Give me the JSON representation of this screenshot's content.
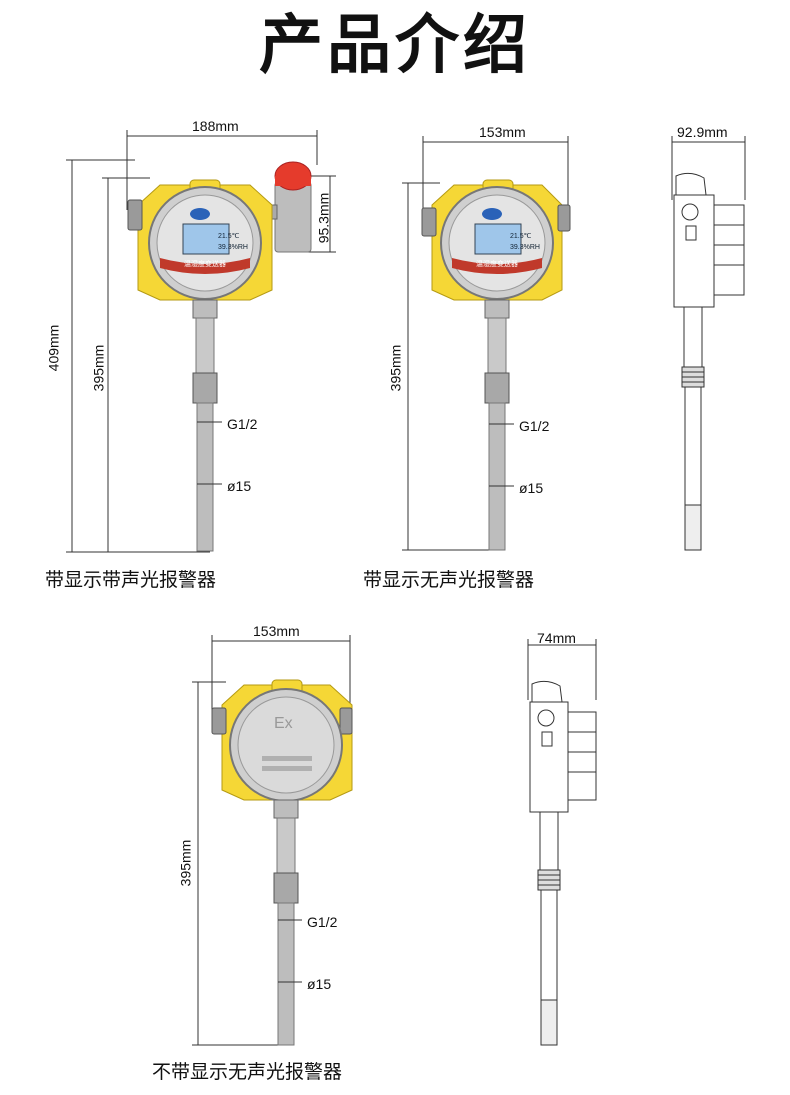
{
  "title": "产品介绍",
  "products": [
    {
      "caption": "带显示带声光报警器",
      "width_label": "188mm",
      "total_height_label": "409mm",
      "height_label": "395mm",
      "alarm_height_label": "95.3mm",
      "thread_label": "G1/2",
      "diameter_label": "ø15",
      "screen_line1": "21.5℃",
      "screen_line2": "39.3%RH",
      "band_label": "温湿度变送器"
    },
    {
      "caption": "带显示无声光报警器",
      "width_label": "153mm",
      "height_label": "395mm",
      "thread_label": "G1/2",
      "diameter_label": "ø15",
      "screen_line1": "21.5℃",
      "screen_line2": "39.3%RH",
      "band_label": "温湿度变送器"
    },
    {
      "caption": "不带显示无声光报警器",
      "width_label": "153mm",
      "height_label": "395mm",
      "thread_label": "G1/2",
      "diameter_label": "ø15",
      "cover_mark": "Ex"
    }
  ],
  "side_views": [
    {
      "width_label": "92.9mm"
    },
    {
      "width_label": "74mm"
    }
  ],
  "colors": {
    "housing_yellow": "#f5d736",
    "body_gray": "#c9c9c9",
    "band_red": "#c0392b",
    "screen_blue": "#9fc6ea",
    "alarm_red": "#e53b2c"
  }
}
